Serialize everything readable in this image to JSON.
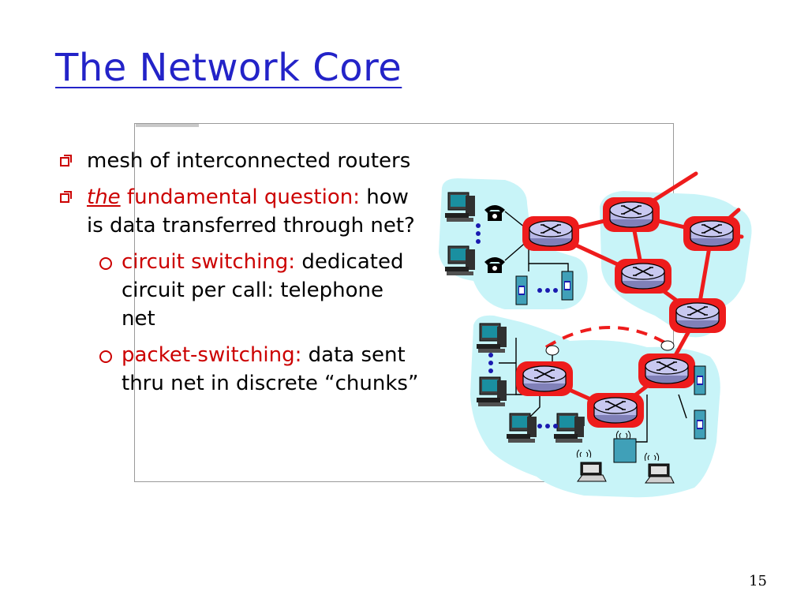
{
  "slide": {
    "title": "The Network Core",
    "page_number": "15"
  },
  "bullets": [
    {
      "text": "mesh of interconnected routers"
    },
    {
      "highlight": "the",
      "red_rest": " fundamental question:",
      "rest": " how is data transferred through net?"
    }
  ],
  "sub_bullets": [
    {
      "label": "circuit switching:",
      "text": " dedicated circuit per call: telephone net"
    },
    {
      "label": "packet-switching:",
      "text": " data sent thru net in discrete “chunks”"
    }
  ],
  "colors": {
    "title": "#2323c8",
    "accent_red": "#cc0000",
    "cloud": "#c8f4f8",
    "router_body": "#b8b8e8"
  },
  "diagram": {
    "icons": [
      "telephone-icon",
      "computer-icon",
      "router-icon",
      "server-icon",
      "laptop-icon",
      "wireless-antenna-icon"
    ]
  }
}
